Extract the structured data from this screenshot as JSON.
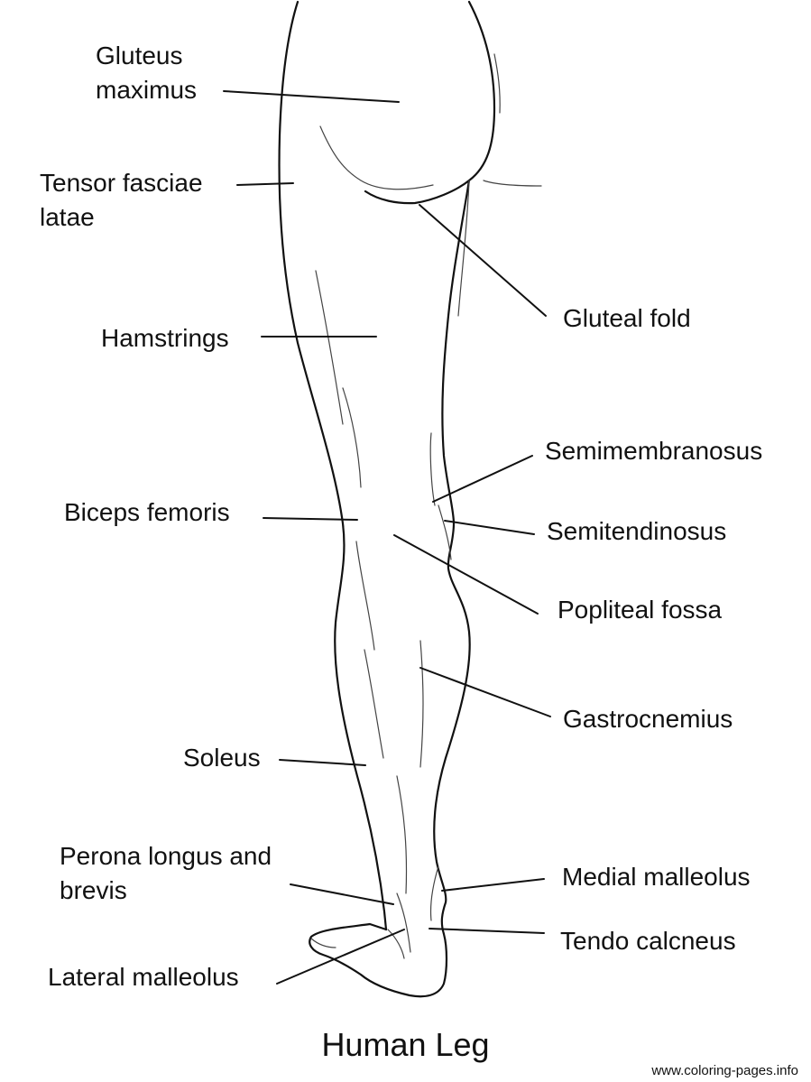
{
  "labels": {
    "gluteus_maximus": [
      "Gluteus",
      "maximus"
    ],
    "tensor_fasciae_latae": [
      "Tensor fasciae",
      "latae"
    ],
    "hamstrings": "Hamstrings",
    "gluteal_fold": "Gluteal fold",
    "semimembranosus": "Semimembranosus",
    "biceps_femoris": "Biceps femoris",
    "semitendinosus": "Semitendinosus",
    "popliteal_fossa": "Popliteal fossa",
    "gastrocnemius": "Gastrocnemius",
    "soleus": "Soleus",
    "perona_longus": [
      "Perona longus and",
      "brevis"
    ],
    "medial_malleolus": "Medial malleolus",
    "tendo_calcneus": "Tendo calcneus",
    "lateral_malleolus": "Lateral malleolus"
  },
  "title": "Human Leg",
  "credit": "www.coloring-pages.info"
}
